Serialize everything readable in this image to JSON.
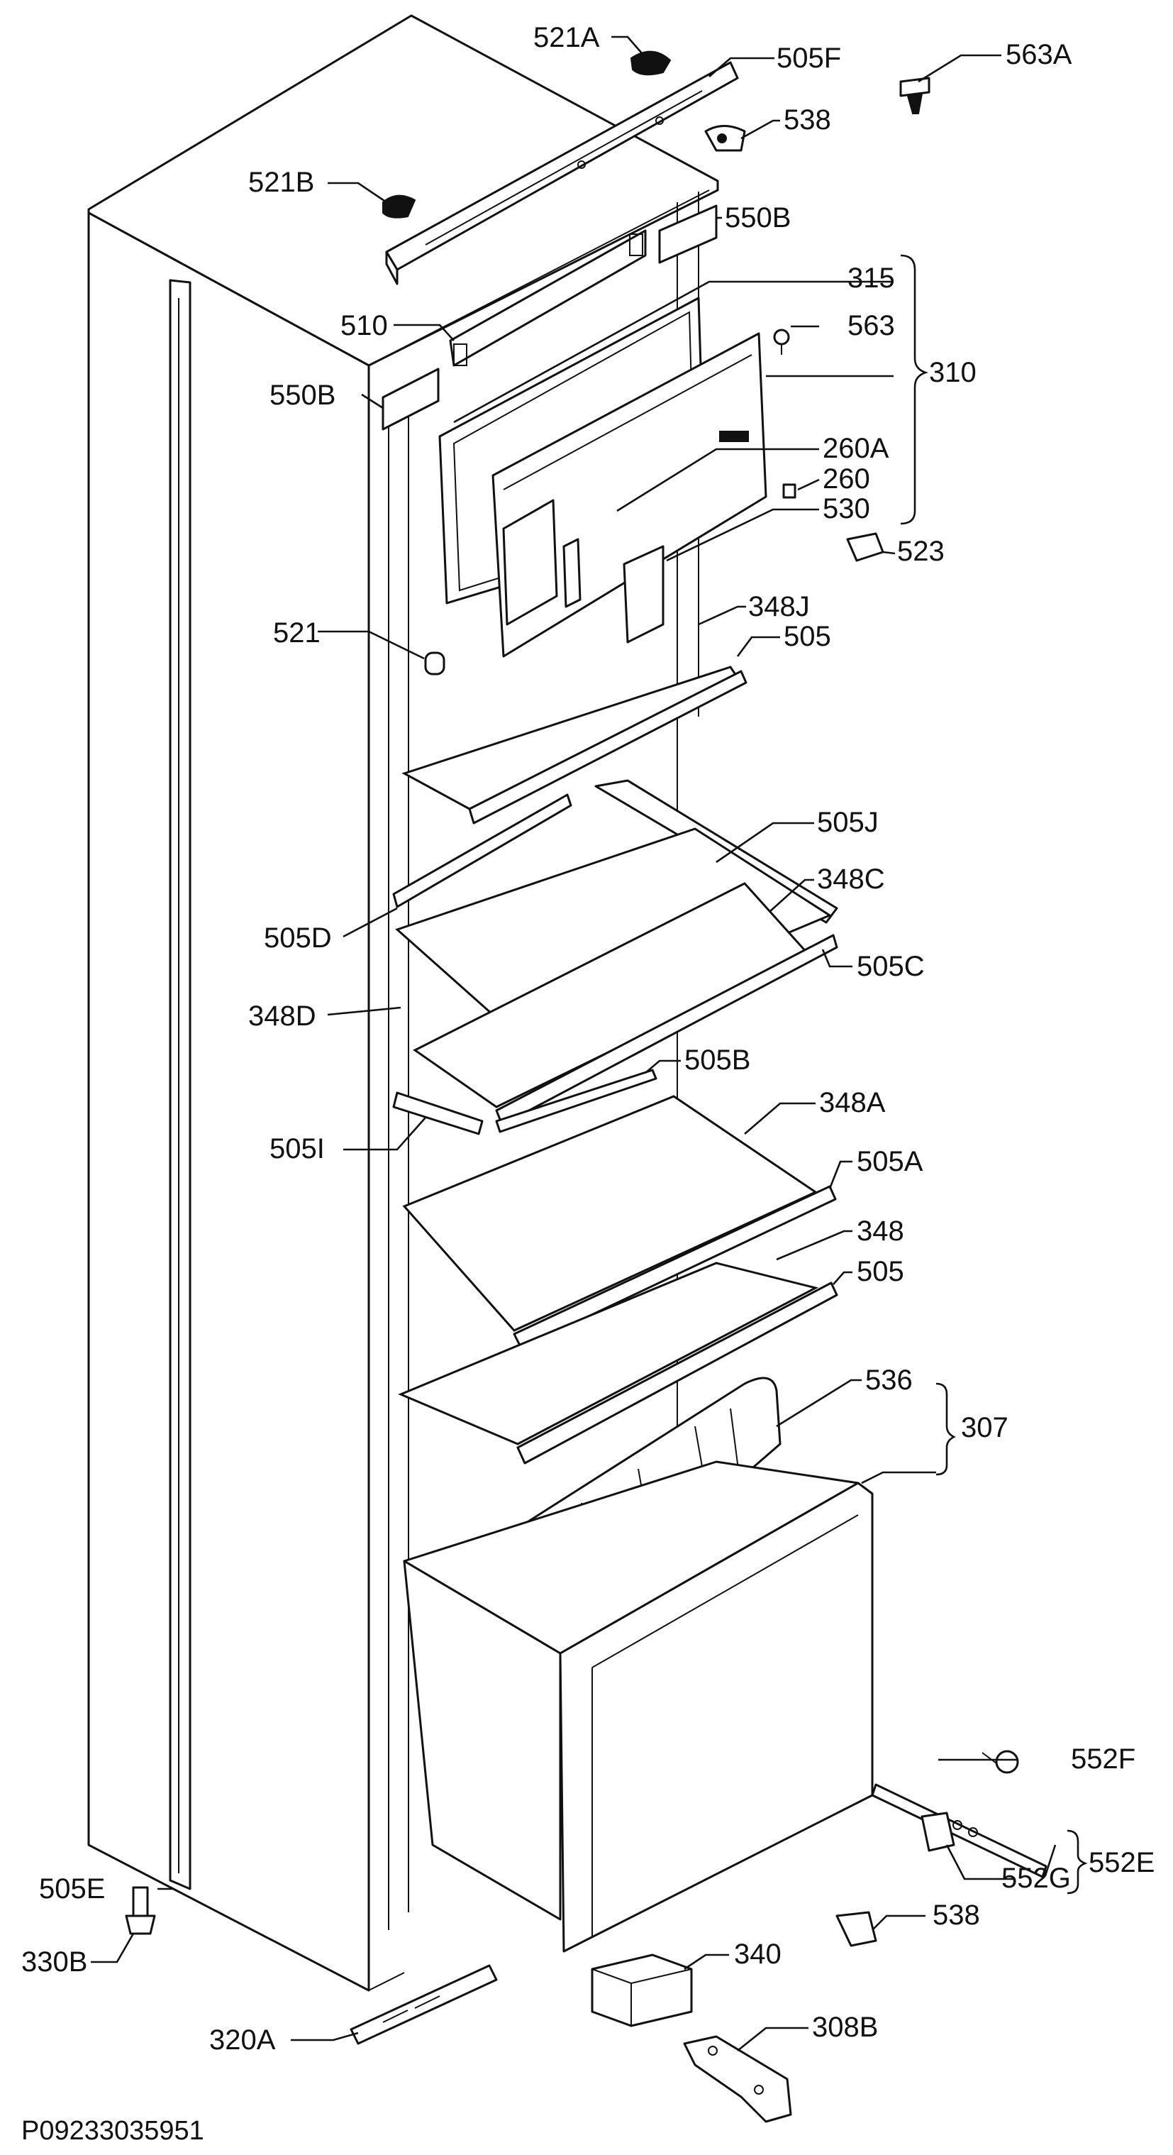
{
  "drawing_code": "P09233035951",
  "labels": [
    {
      "id": "521a",
      "text": "521A"
    },
    {
      "id": "505f",
      "text": "505F"
    },
    {
      "id": "563a",
      "text": "563A"
    },
    {
      "id": "538top",
      "text": "538"
    },
    {
      "id": "521b",
      "text": "521B"
    },
    {
      "id": "550b-r",
      "text": "550B"
    },
    {
      "id": "315",
      "text": "315"
    },
    {
      "id": "510",
      "text": "510"
    },
    {
      "id": "563",
      "text": "563"
    },
    {
      "id": "310",
      "text": "310"
    },
    {
      "id": "550b-l",
      "text": "550B"
    },
    {
      "id": "260a",
      "text": "260A"
    },
    {
      "id": "260",
      "text": "260"
    },
    {
      "id": "530",
      "text": "530"
    },
    {
      "id": "523",
      "text": "523"
    },
    {
      "id": "521",
      "text": "521"
    },
    {
      "id": "348j",
      "text": "348J"
    },
    {
      "id": "505-1",
      "text": "505"
    },
    {
      "id": "505j",
      "text": "505J"
    },
    {
      "id": "348c",
      "text": "348C"
    },
    {
      "id": "505d",
      "text": "505D"
    },
    {
      "id": "505c",
      "text": "505C"
    },
    {
      "id": "348d",
      "text": "348D"
    },
    {
      "id": "505b",
      "text": "505B"
    },
    {
      "id": "348a",
      "text": "348A"
    },
    {
      "id": "505i",
      "text": "505I"
    },
    {
      "id": "505a",
      "text": "505A"
    },
    {
      "id": "348",
      "text": "348"
    },
    {
      "id": "505-2",
      "text": "505"
    },
    {
      "id": "536",
      "text": "536"
    },
    {
      "id": "307",
      "text": "307"
    },
    {
      "id": "552f",
      "text": "552F"
    },
    {
      "id": "552e",
      "text": "552E"
    },
    {
      "id": "552g",
      "text": "552G"
    },
    {
      "id": "505e",
      "text": "505E"
    },
    {
      "id": "538bot",
      "text": "538"
    },
    {
      "id": "330b",
      "text": "330B"
    },
    {
      "id": "340",
      "text": "340"
    },
    {
      "id": "308b",
      "text": "308B"
    },
    {
      "id": "320a",
      "text": "320A"
    }
  ]
}
